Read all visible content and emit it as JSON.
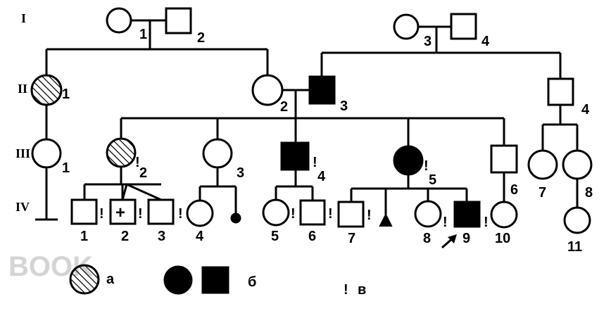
{
  "generations": [
    "I",
    "II",
    "III",
    "IV"
  ],
  "watermark": "BOOK",
  "legend": {
    "a_label": "а",
    "b_label": "б",
    "c_mark": "!",
    "c_label": "в"
  },
  "marks": {
    "exclaim": "!",
    "plus": "+"
  },
  "individuals": {
    "I1": "1",
    "I2": "2",
    "I3": "3",
    "I4": "4",
    "II1": "1",
    "II2": "2",
    "II3": "3",
    "II4": "4",
    "III1": "1",
    "III2": "2",
    "III3": "3",
    "III4": "4",
    "III5": "5",
    "III6": "6",
    "III7": "7",
    "III8": "8",
    "IV1": "1",
    "IV2": "2",
    "IV3": "3",
    "IV4": "4",
    "IV5": "5",
    "IV6": "6",
    "IV7": "7",
    "IV8": "8",
    "IV9": "9",
    "IV10": "10",
    "IV11": "11"
  }
}
